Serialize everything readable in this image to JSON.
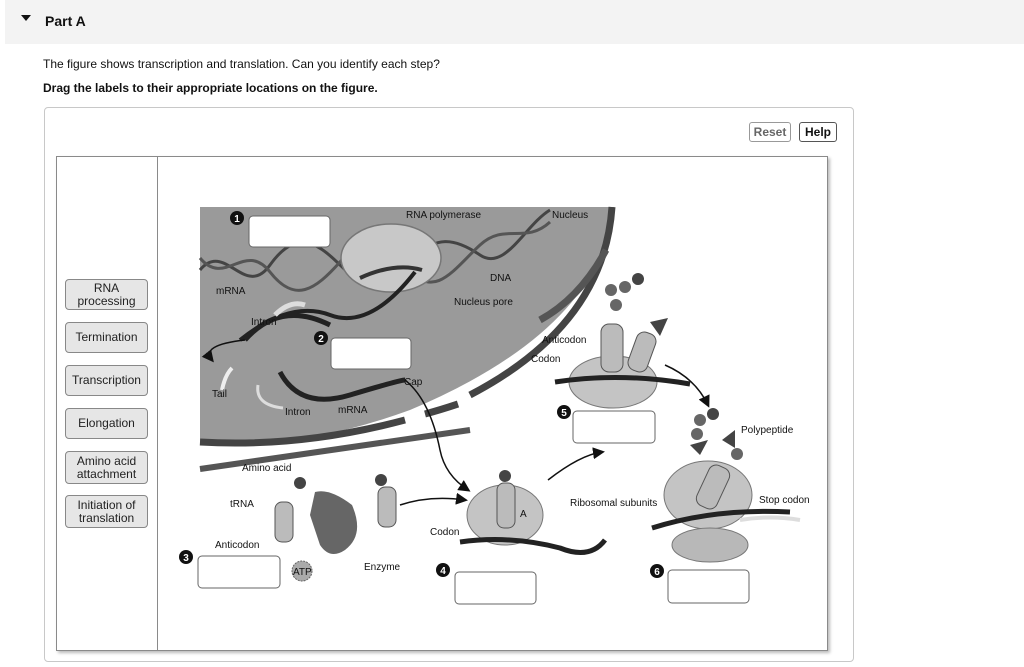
{
  "header": {
    "title": "Part A"
  },
  "question": {
    "prompt": "The figure shows transcription and translation. Can you identify each step?",
    "instruction": "Drag the labels to their appropriate locations on the figure."
  },
  "controls": {
    "reset_label": "Reset",
    "help_label": "Help"
  },
  "labels": [
    "RNA processing",
    "Termination",
    "Transcription",
    "Elongation",
    "Amino acid attachment",
    "Initiation of translation"
  ],
  "figure": {
    "step_numbers": [
      "1",
      "2",
      "3",
      "4",
      "5",
      "6"
    ],
    "annotations": {
      "rna_polymerase": "RNA polymerase",
      "nucleus": "Nucleus",
      "dna": "DNA",
      "mrna_1": "mRNA",
      "nucleus_pore": "Nucleus pore",
      "intron_1": "Intron",
      "anticodon_top": "Anticodon",
      "codon_top": "Codon",
      "tail": "Tail",
      "cap": "Cap",
      "intron_2": "Intron",
      "mrna_2": "mRNA",
      "polypeptide": "Polypeptide",
      "amino_acid": "Amino acid",
      "trna": "tRNA",
      "ribosomal_subunits": "Ribosomal subunits",
      "ribosome_a_site": "A",
      "stop_codon": "Stop codon",
      "codon_mid": "Codon",
      "anticodon_bottom": "Anticodon",
      "atp": "ATP",
      "enzyme": "Enzyme"
    }
  }
}
